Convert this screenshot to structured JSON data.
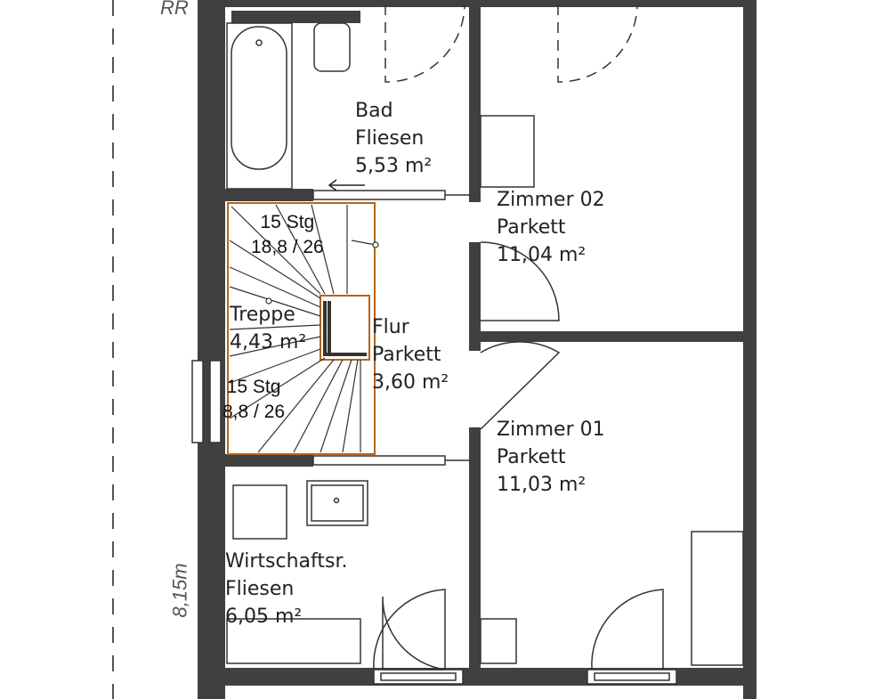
{
  "axis_label": "RR",
  "dimension": "8,15m",
  "rooms": [
    {
      "name": "Bad",
      "floor": "Fliesen",
      "area": "5,53 m²"
    },
    {
      "name": "Zimmer 02",
      "floor": "Parkett",
      "area": "11,04 m²"
    },
    {
      "name": "Treppe",
      "area": "4,43 m²"
    },
    {
      "name": "Flur",
      "floor": "Parkett",
      "area": "3,60 m²"
    },
    {
      "name": "Zimmer 01",
      "floor": "Parkett",
      "area": "11,03 m²"
    },
    {
      "name": "Wirtschaftsr.",
      "floor": "Fliesen",
      "area": "6,05 m²"
    }
  ],
  "stairs": [
    {
      "steps": "15 Stg",
      "ratio": "18,8 / 26"
    },
    {
      "steps": "15 Stg",
      "ratio": "8,8 / 26"
    }
  ],
  "colors": {
    "wall": "#404040",
    "stair_outline": "#b5651d"
  }
}
